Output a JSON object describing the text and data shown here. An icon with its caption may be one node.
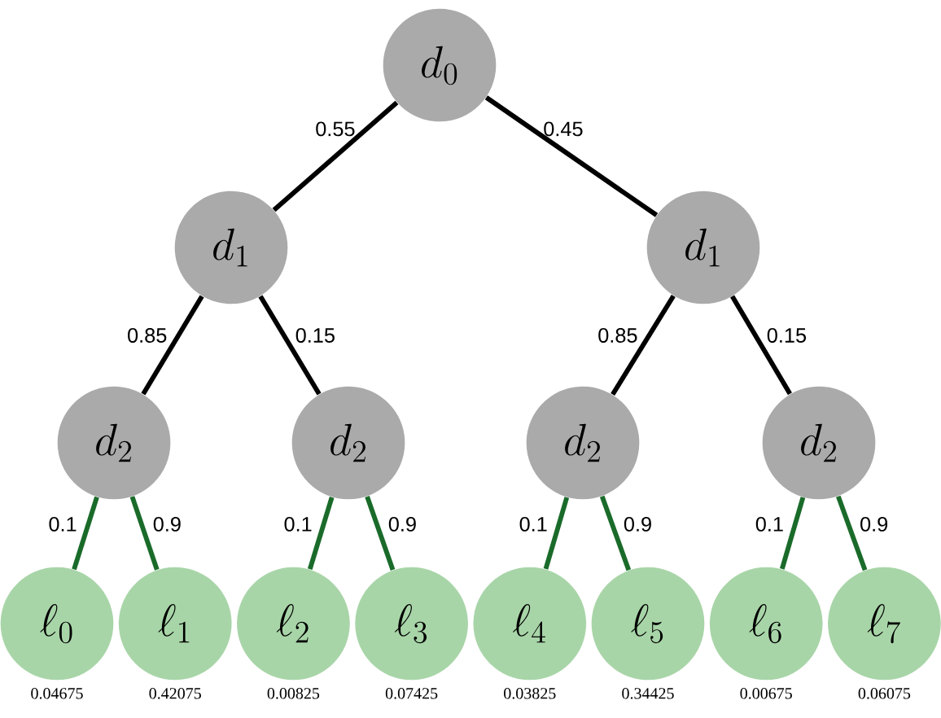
{
  "diagram": {
    "nodes": [
      {
        "text": [
          "d_0"
        ]
      },
      {
        "text": [
          "d_1"
        ]
      },
      {
        "text": [
          "d_1"
        ]
      },
      {
        "text": [
          "d_2"
        ]
      },
      {
        "text": [
          "d_2"
        ]
      },
      {
        "text": [
          "d_2"
        ]
      },
      {
        "text": [
          "d_2"
        ]
      },
      {
        "text": [
          "\\ell_0"
        ],
        "beside": [
          "0.04675"
        ]
      },
      {
        "text": [
          "\\ell_1"
        ],
        "beside": [
          "0.42075"
        ]
      },
      {
        "text": [
          "\\ell_2"
        ],
        "beside": [
          "0.00825"
        ]
      },
      {
        "text": [
          "\\ell_3"
        ],
        "beside": [
          "0.07425"
        ]
      },
      {
        "text": [
          "\\ell_4"
        ],
        "beside": [
          "0.03825"
        ]
      },
      {
        "text": [
          "\\ell_5"
        ],
        "beside": [
          "0.34425"
        ]
      },
      {
        "text": [
          "\\ell_6"
        ],
        "beside": [
          "0.00675"
        ]
      },
      {
        "text": [
          "\\ell_7"
        ],
        "beside": [
          "0.06075"
        ]
      }
    ],
    "edges": [
      {
        "from": 0,
        "to": 1,
        "arrow": "none",
        "label": "0.55",
        "color": "#000000"
      },
      {
        "from": 0,
        "to": 2,
        "arrow": "none",
        "label": "0.45",
        "color": "#000000"
      },
      {
        "from": 1,
        "to": 3,
        "arrow": "none",
        "label": "0.85",
        "color": "#000000"
      },
      {
        "from": 1,
        "to": 4,
        "arrow": "none",
        "label": "0.15",
        "color": "#000000"
      },
      {
        "from": 2,
        "to": 5,
        "arrow": "none",
        "label": "0.85",
        "color": "#000000"
      },
      {
        "from": 2,
        "to": 6,
        "arrow": "none",
        "label": "0.15",
        "color": "#000000"
      },
      {
        "from": 3,
        "to": 7,
        "arrow": "none",
        "label": "0.1",
        "color": "#1a6b2a"
      },
      {
        "from": 3,
        "to": 8,
        "arrow": "none",
        "label": "0.9",
        "color": "#1a6b2a"
      },
      {
        "from": 4,
        "to": 9,
        "arrow": "none",
        "label": "0.1",
        "color": "#1a6b2a"
      },
      {
        "from": 4,
        "to": 10,
        "arrow": "none",
        "label": "0.9",
        "color": "#1a6b2a"
      },
      {
        "from": 5,
        "to": 11,
        "arrow": "none",
        "label": "0.1",
        "color": "#1a6b2a"
      },
      {
        "from": 5,
        "to": 12,
        "arrow": "none",
        "label": "0.9",
        "color": "#1a6b2a"
      },
      {
        "from": 6,
        "to": 13,
        "arrow": "none",
        "label": "0.1",
        "color": "#1a6b2a"
      },
      {
        "from": 6,
        "to": 14,
        "arrow": "none",
        "label": "0.9",
        "color": "#1a6b2a"
      }
    ]
  }
}
